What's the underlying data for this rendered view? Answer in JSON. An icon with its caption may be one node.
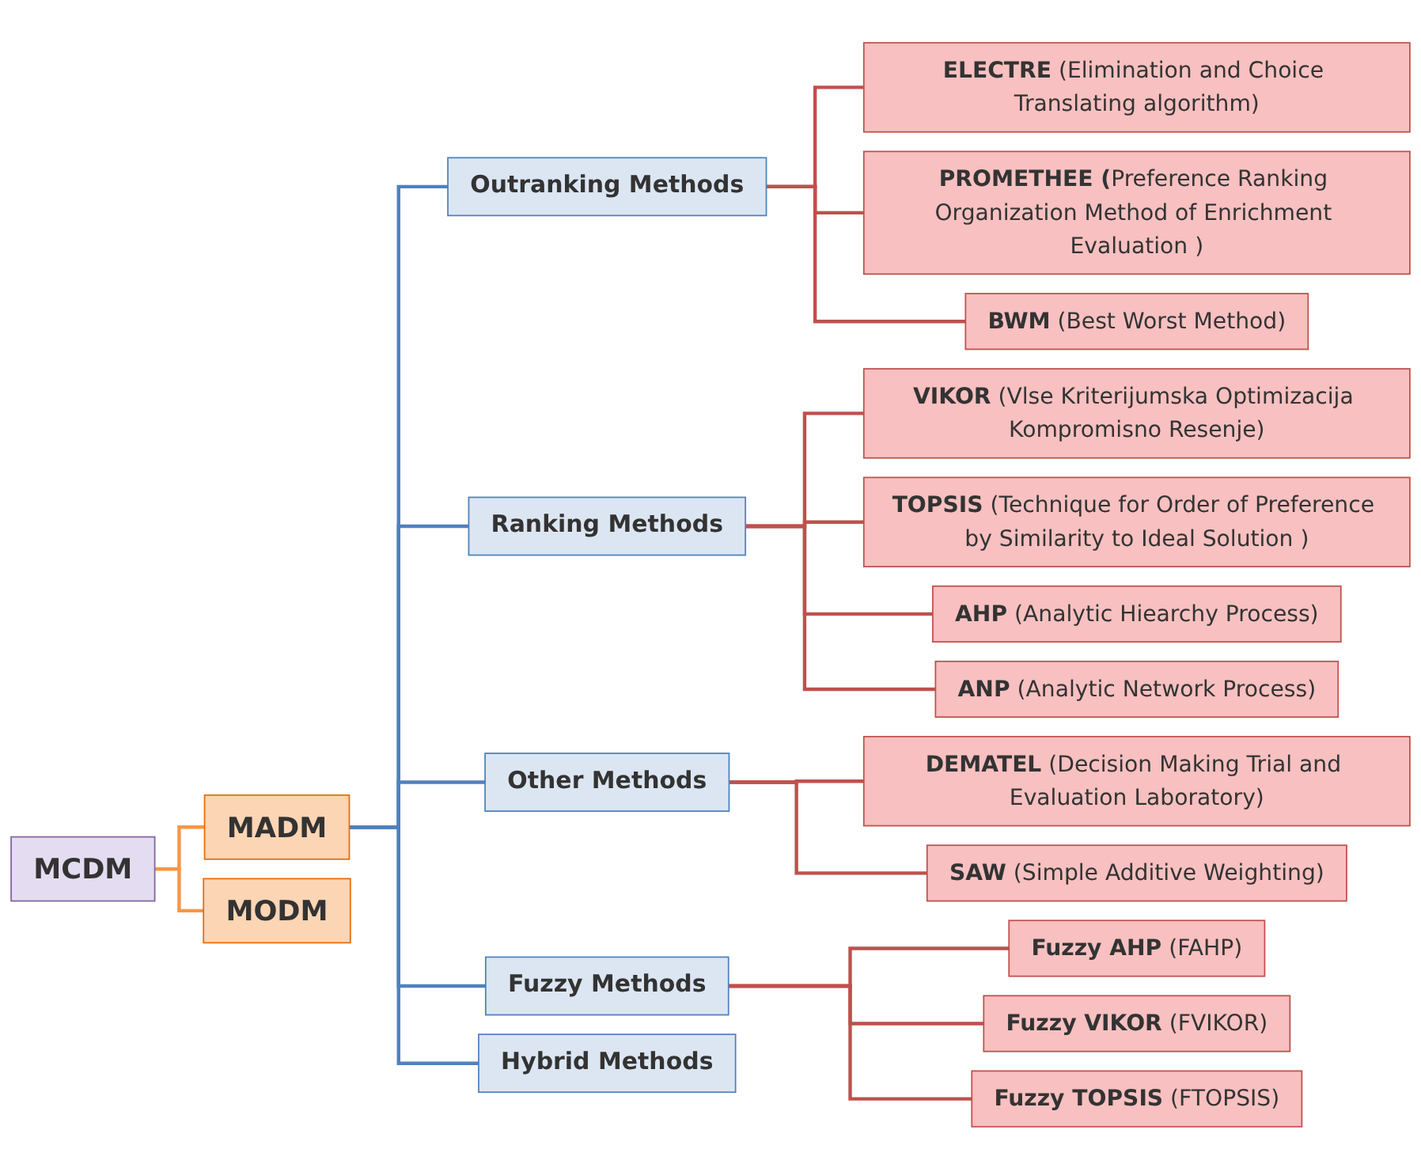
{
  "diagram": {
    "nodes": [
      {
        "text": [
          "MCDM"
        ]
      },
      {
        "text": [
          "MADM"
        ]
      },
      {
        "text": [
          "MODM"
        ]
      },
      {
        "text": [
          "Outranking Methods"
        ]
      },
      {
        "text": [
          "**ELECTRE** (Elimination and Choice Translating algorithm)"
        ]
      },
      {
        "text": [
          "**PROMETHEE (**Preference Ranking Organization Method of Enrichment Evaluation )"
        ]
      },
      {
        "text": [
          "**BWM** (Best Worst Method)"
        ]
      },
      {
        "text": [
          "Ranking Methods"
        ]
      },
      {
        "text": [
          "**VIKOR** (Vlse Kriterijumska Optimizacija Kompromisno Resenje)"
        ]
      },
      {
        "text": [
          "**TOPSIS** (Technique for Order of Preference by Similarity to Ideal Solution )"
        ]
      },
      {
        "text": [
          "**AHP** (Analytic Hiearchy Process)"
        ]
      },
      {
        "text": [
          "**ANP** (Analytic Network Process)"
        ]
      },
      {
        "text": [
          "Other Methods"
        ]
      },
      {
        "text": [
          "**DEMATEL** (Decision Making Trial and Evaluation Laboratory)"
        ]
      },
      {
        "text": [
          "**SAW** (Simple Additive Weighting)"
        ]
      },
      {
        "text": [
          "Fuzzy Methods"
        ]
      },
      {
        "text": [
          "**Fuzzy AHP** (FAHP)"
        ]
      },
      {
        "text": [
          "**Fuzzy VIKOR** (FVIKOR)"
        ]
      },
      {
        "text": [
          "**Fuzzy TOPSIS** (FTOPSIS)"
        ]
      },
      {
        "text": [
          "Hybrid Methods"
        ]
      }
    ],
    "edges": [
      {
        "from": 0,
        "to": 1,
        "arrow": "none",
        "color": "#f79646"
      },
      {
        "from": 0,
        "to": 2,
        "arrow": "none",
        "color": "#f79646"
      },
      {
        "from": 1,
        "to": 3,
        "arrow": "none",
        "color": "#4f81bd"
      },
      {
        "from": 1,
        "to": 7,
        "arrow": "none",
        "color": "#4f81bd"
      },
      {
        "from": 1,
        "to": 12,
        "arrow": "none",
        "color": "#4f81bd"
      },
      {
        "from": 1,
        "to": 15,
        "arrow": "none",
        "color": "#4f81bd"
      },
      {
        "from": 1,
        "to": 19,
        "arrow": "none",
        "color": "#4f81bd"
      },
      {
        "from": 3,
        "to": 4,
        "arrow": "none"
      },
      {
        "from": 3,
        "to": 5,
        "arrow": "none"
      },
      {
        "from": 3,
        "to": 6,
        "arrow": "none"
      },
      {
        "from": 7,
        "to": 8,
        "arrow": "none"
      },
      {
        "from": 7,
        "to": 9,
        "arrow": "none"
      },
      {
        "from": 7,
        "to": 10,
        "arrow": "none"
      },
      {
        "from": 7,
        "to": 11,
        "arrow": "none"
      },
      {
        "from": 12,
        "to": 13,
        "arrow": "none"
      },
      {
        "from": 12,
        "to": 14,
        "arrow": "none"
      },
      {
        "from": 15,
        "to": 16,
        "arrow": "none"
      },
      {
        "from": 15,
        "to": 17,
        "arrow": "none"
      },
      {
        "from": 15,
        "to": 18,
        "arrow": "none"
      }
    ]
  }
}
